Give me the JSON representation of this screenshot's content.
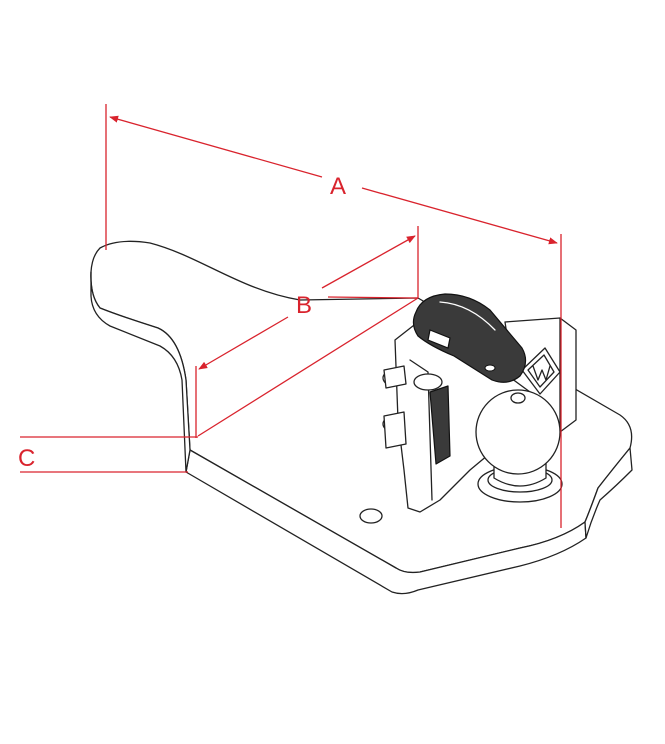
{
  "colors": {
    "dimension": "#d9232d",
    "outline": "#222222",
    "dark_part": "#3a3a3a"
  },
  "dimensions": {
    "a": "A",
    "b": "B",
    "c": "C"
  },
  "icons": {
    "coupler_logo": "diamond-w-logo-icon"
  }
}
